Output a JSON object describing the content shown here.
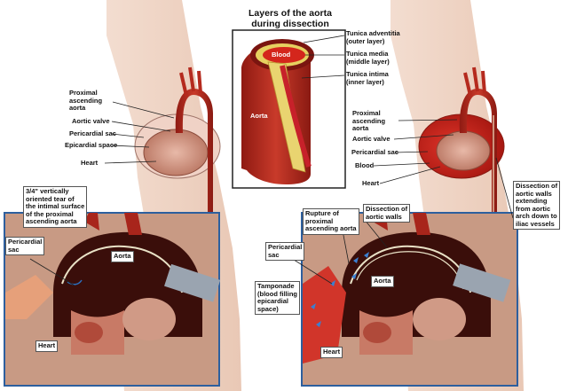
{
  "title": {
    "line1": "Layers of the aorta",
    "line2": "during dissection"
  },
  "layers": {
    "adventitia": [
      "Tunica adventitia",
      "(outer layer)"
    ],
    "media": [
      "Tunica media",
      "(middle layer)"
    ],
    "intima": [
      "Tunica intima",
      "(inner layer)"
    ],
    "blood": "Blood",
    "aorta": "Aorta"
  },
  "left_figure": {
    "proximal": [
      "Proximal",
      "ascending",
      "aorta"
    ],
    "aortic_valve": "Aortic valve",
    "pericardial_sac": "Pericardial sac",
    "epicardial_space": "Epicardial space",
    "heart": "Heart"
  },
  "left_inset": {
    "tear": [
      "3/4\" vertically",
      "oriented tear of",
      "the intimal surface",
      "of the proximal",
      "ascending aorta"
    ],
    "pericardial_sac": [
      "Pericardial",
      "sac"
    ],
    "aorta": "Aorta",
    "heart": "Heart"
  },
  "right_figure": {
    "proximal": [
      "Proximal",
      "ascending",
      "aorta"
    ],
    "aortic_valve": "Aortic valve",
    "pericardial_sac": "Pericardial sac",
    "blood": "Blood",
    "heart": "Heart",
    "dissection": [
      "Dissection of",
      "aortic walls",
      "extending",
      "from aortic",
      "arch down to",
      "iliac vessels"
    ]
  },
  "right_inset": {
    "rupture": [
      "Rupture of",
      "proximal",
      "ascending aorta"
    ],
    "dissection_walls": [
      "Dissection of",
      "aortic walls"
    ],
    "pericardial_sac": [
      "Pericardial",
      "sac"
    ],
    "aorta": "Aorta",
    "tamponade": [
      "Tamponade",
      "(blood filling",
      "epicardial",
      "space)"
    ],
    "heart": "Heart"
  }
}
